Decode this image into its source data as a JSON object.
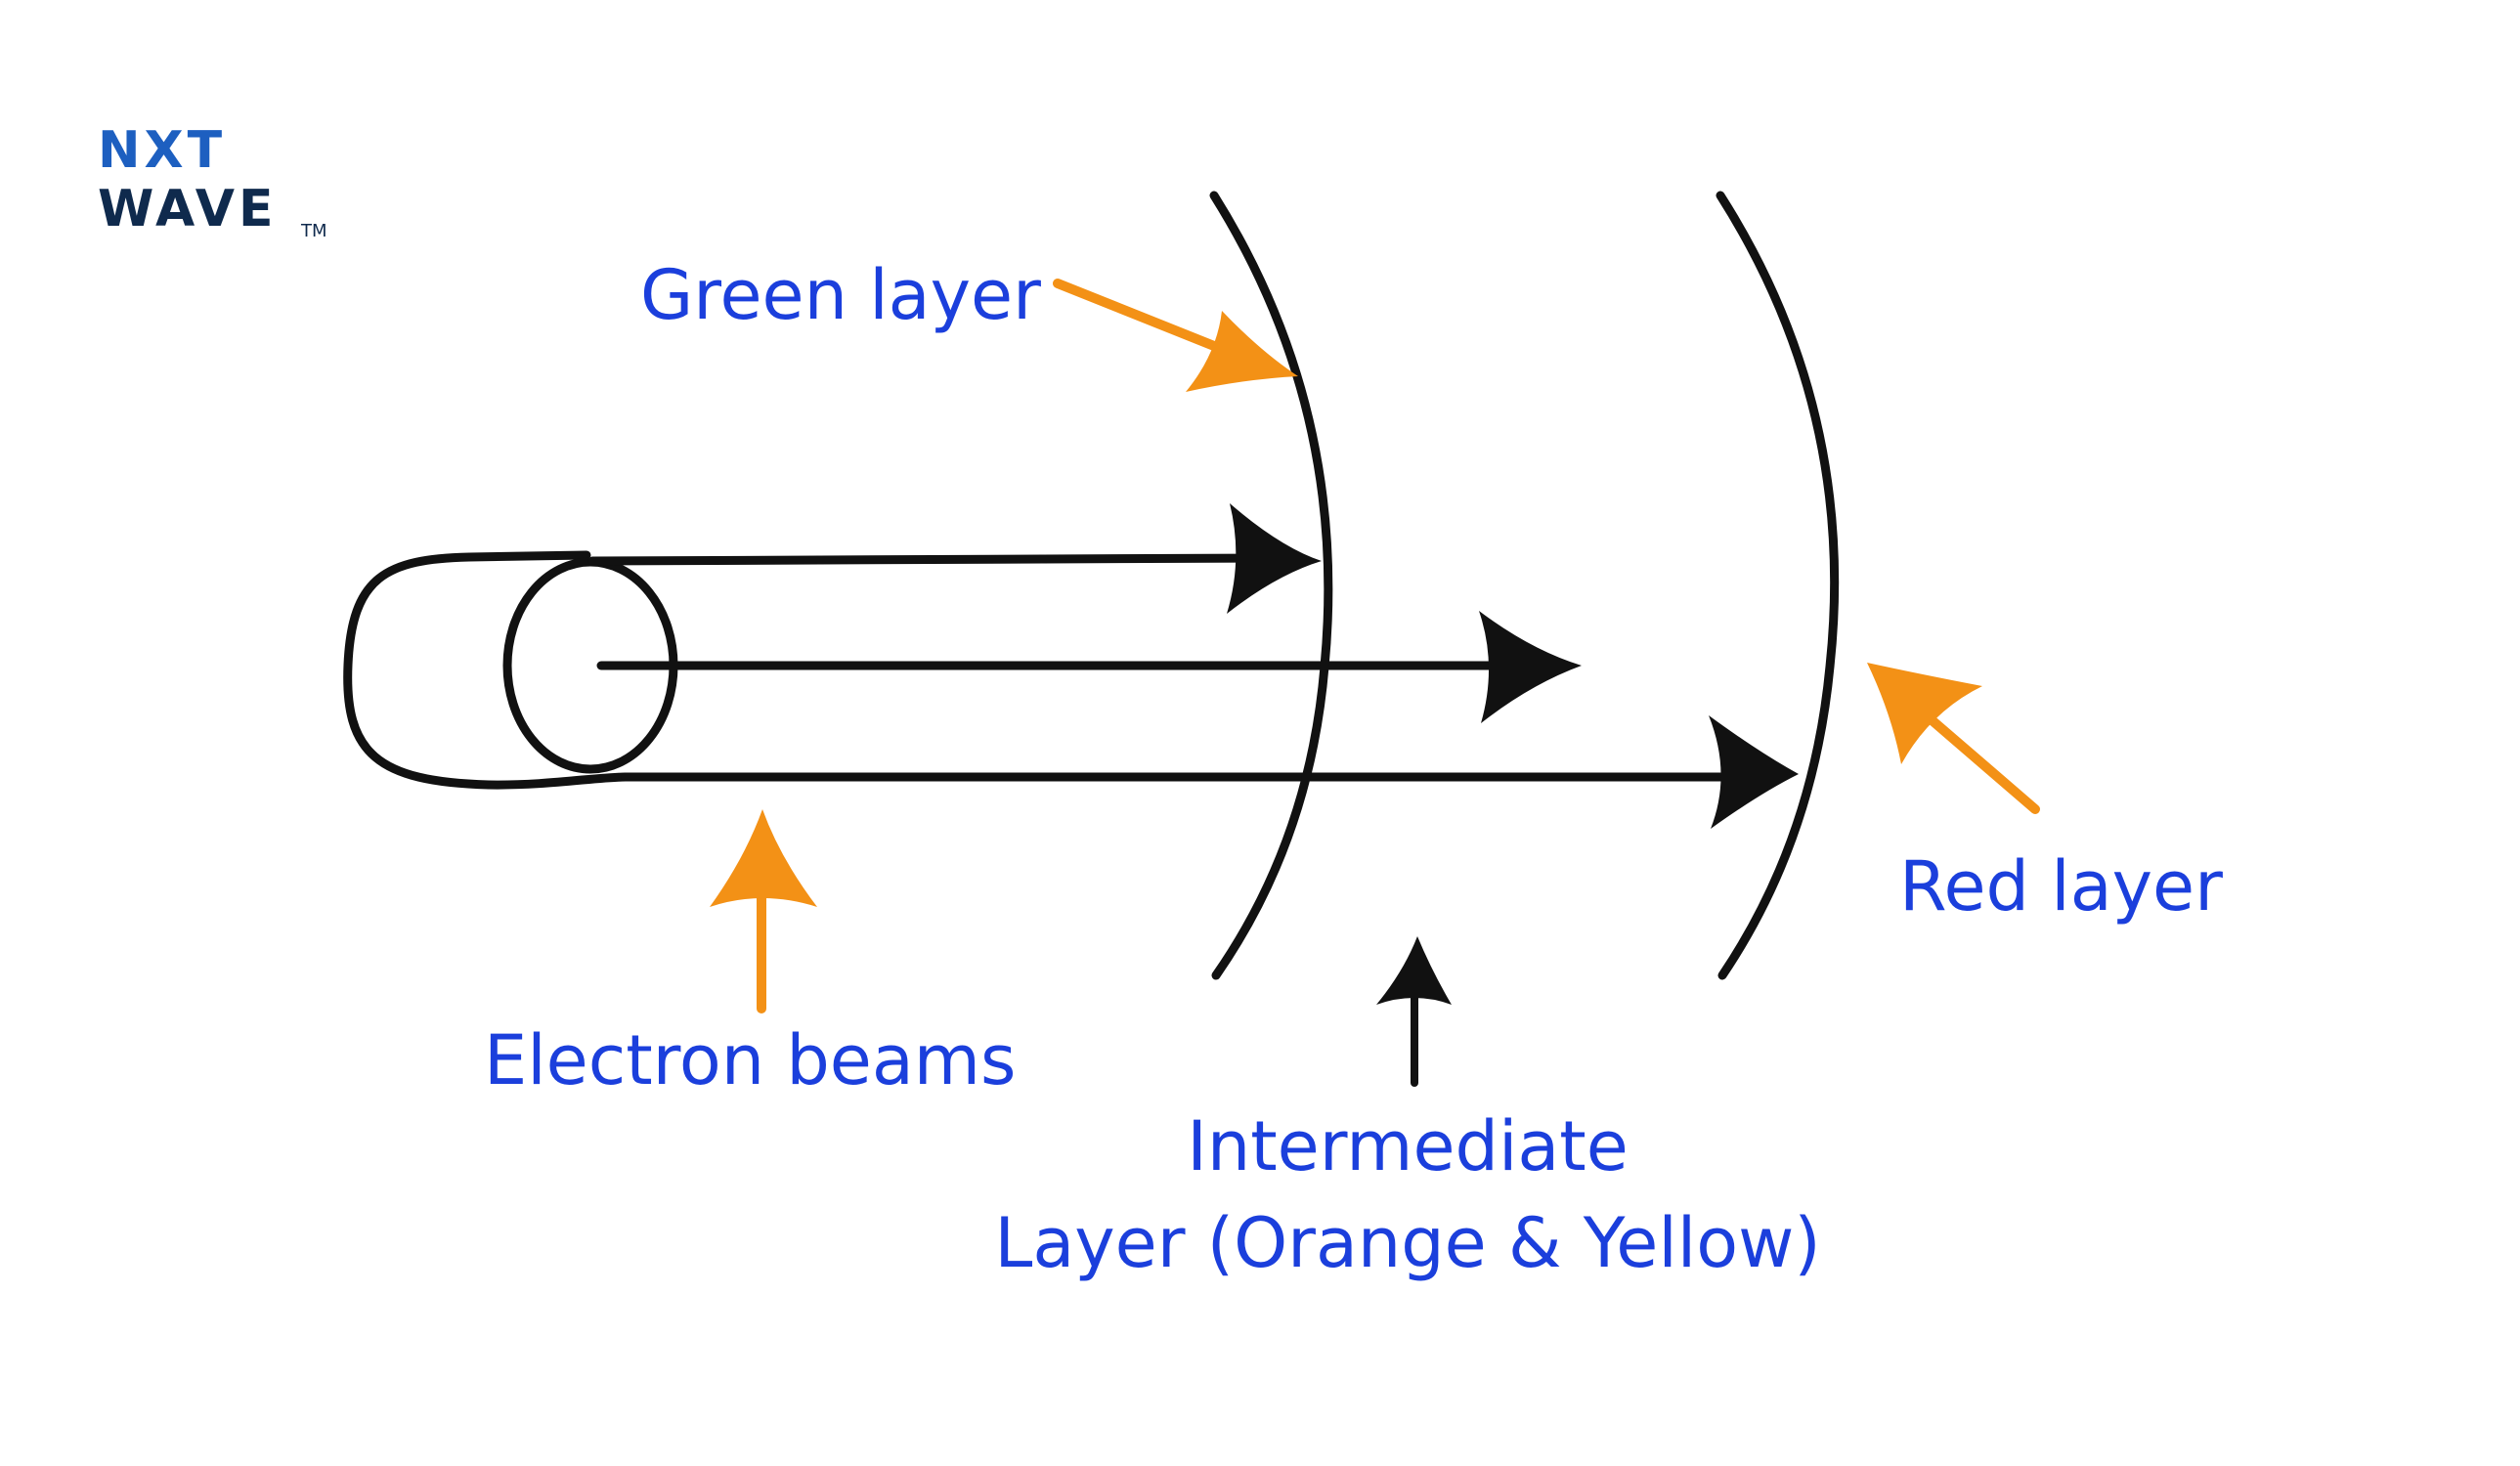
{
  "logo": {
    "line1": "NXT",
    "line2": "WAVE",
    "trademark": "TM",
    "primary_color": "#1d5fc0",
    "secondary_color": "#0f2a4d"
  },
  "labels": {
    "green_layer": "Green layer",
    "red_layer": "Red layer",
    "electron_beams": "Electron beams",
    "intermediate_line1": "Intermediate",
    "intermediate_line2": "Layer (Orange & Yellow)"
  },
  "colors": {
    "label_text": "#1b3fdc",
    "pointer_arrow": "#f39116",
    "line": "#111111",
    "background": "#ffffff"
  },
  "diagram": {
    "description_parts": [
      "electron gun",
      "three electron beams",
      "green layer arc",
      "red layer arc",
      "intermediate layer"
    ]
  }
}
